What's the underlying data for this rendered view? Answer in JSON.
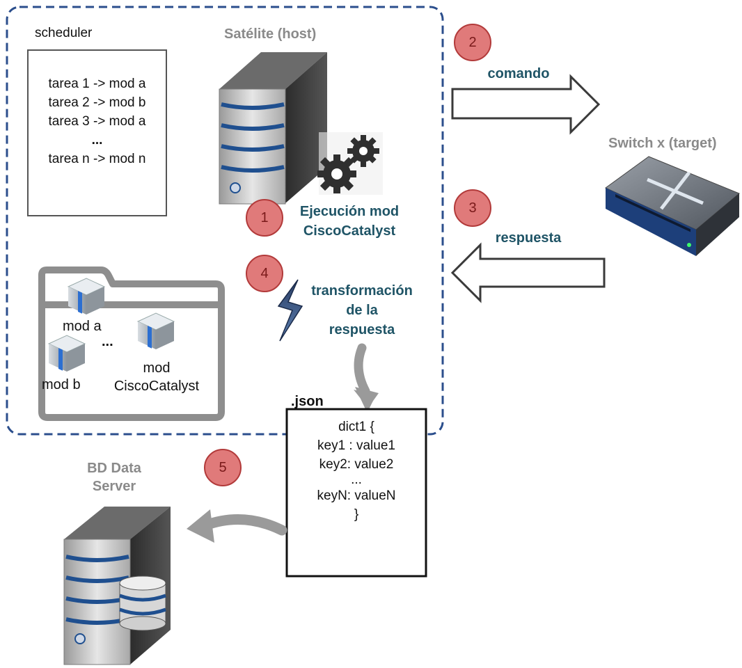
{
  "host": {
    "title": "Satélite (host)"
  },
  "scheduler": {
    "title": "scheduler",
    "lines": [
      "tarea 1 -> mod a",
      "tarea 2 -> mod b",
      "tarea 3 -> mod a",
      "...",
      "tarea n -> mod n"
    ]
  },
  "steps": {
    "s1": {
      "number": "1",
      "label_line1": "Ejecución mod",
      "label_line2": "CiscoCatalyst"
    },
    "s2": {
      "number": "2",
      "label": "comando"
    },
    "s3": {
      "number": "3",
      "label": "respuesta"
    },
    "s4": {
      "number": "4",
      "label_line1": "transformación",
      "label_line2": "de la",
      "label_line3": "respuesta"
    },
    "s5": {
      "number": "5"
    }
  },
  "target": {
    "title": "Switch x (target)"
  },
  "modules": {
    "mod_a": "mod a",
    "ellipsis": "...",
    "mod_b": "mod b",
    "mod_cc_line1": "mod",
    "mod_cc_line2": "CiscoCatalyst"
  },
  "json_doc": {
    "title": ".json",
    "lines": [
      "dict1 {",
      "",
      "key1 : value1",
      "key2: value2",
      "...",
      "keyN: valueN",
      "",
      "}"
    ]
  },
  "db": {
    "title_line1": "BD Data",
    "title_line2": "Server"
  },
  "colors": {
    "badge_fill": "#e07a7a",
    "badge_stroke": "#b23a3a",
    "teal_text": "#1f5466",
    "dashed_border": "#2b4e8c",
    "grey_text": "#8a8a8a"
  }
}
